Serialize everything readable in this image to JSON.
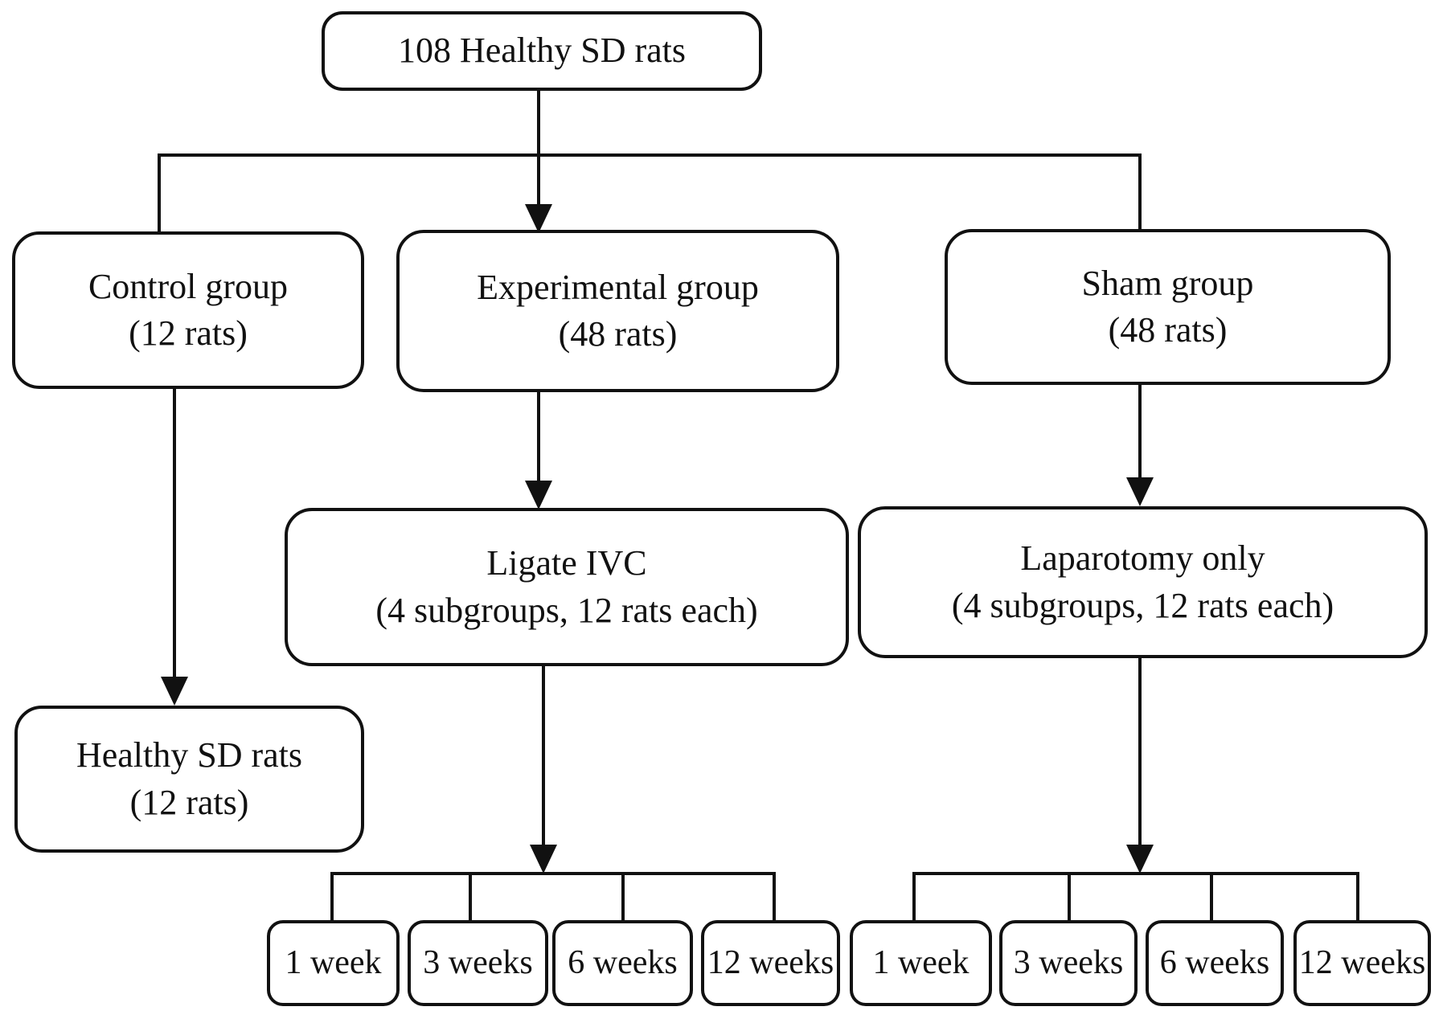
{
  "diagram": {
    "root": {
      "label": "108 Healthy SD rats"
    },
    "groups": [
      {
        "id": "control-group",
        "line1": "Control group",
        "line2": "(12 rats)"
      },
      {
        "id": "experimental-group",
        "line1": "Experimental group",
        "line2": "(48 rats)"
      },
      {
        "id": "sham-group",
        "line1": "Sham group",
        "line2": "(48 rats)"
      }
    ],
    "interventions": [
      {
        "id": "ligate-ivc",
        "line1": "Ligate IVC",
        "line2": "(4 subgroups, 12 rats each)"
      },
      {
        "id": "laparotomy-only",
        "line1": "Laparotomy only",
        "line2": "(4 subgroups, 12 rats each)"
      }
    ],
    "control_outcome": {
      "line1": "Healthy SD rats",
      "line2": "(12 rats)"
    },
    "timepoints": [
      "1 week",
      "3 weeks",
      "6 weeks",
      "12 weeks"
    ],
    "colors": {
      "line": "#111111",
      "box_border": "#111111",
      "box_fill": "#ffffff",
      "background": "#ffffff",
      "text": "#111111"
    }
  }
}
